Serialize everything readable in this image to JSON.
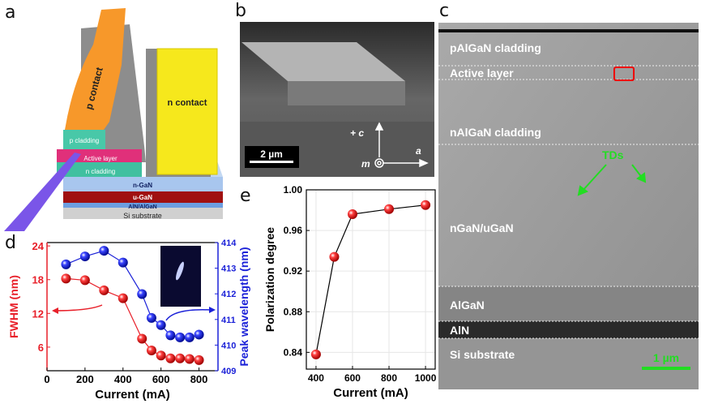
{
  "panels": {
    "a": {
      "letter": "a",
      "labels": {
        "p_contact": "p contact",
        "n_contact": "n contact",
        "p_cladding": "p cladding",
        "active": "Active layer",
        "n_cladding": "n cladding",
        "ngan": "n-GaN",
        "ugan": "u-GaN",
        "aln": "AlN/AlGaN",
        "si": "Si substrate"
      }
    },
    "b": {
      "letter": "b",
      "scale_bar": "2 µm",
      "axis_c": "+ c",
      "axis_a": "a",
      "axis_m": "m"
    },
    "c": {
      "letter": "c",
      "layers": [
        "pAlGaN cladding",
        "Active layer",
        "nAlGaN cladding",
        "nGaN/uGaN",
        "AlGaN",
        "AlN",
        "Si substrate"
      ],
      "tds": "TDs",
      "scale_bar": "1 µm"
    },
    "d": {
      "letter": "d"
    },
    "e": {
      "letter": "e"
    }
  },
  "colors": {
    "red": "#e8202a",
    "blue": "#1c22d8",
    "green": "#22dd22"
  },
  "chart_data": [
    {
      "type": "line",
      "panel": "d",
      "xlabel": "Current (mA)",
      "xlim": [
        0,
        900
      ],
      "xticks": [
        "0",
        "200",
        "400",
        "600",
        "800"
      ],
      "x": [
        100,
        200,
        300,
        400,
        500,
        550,
        600,
        650,
        700,
        750,
        800
      ],
      "series": [
        {
          "name": "FWHM",
          "axis": "left",
          "ylabel": "FWHM (nm)",
          "ylim": [
            1.8,
            24.6
          ],
          "yticks": [
            "6",
            "12",
            "18",
            "24"
          ],
          "color": "#e8202a",
          "values": [
            18.2,
            17.9,
            16.1,
            14.7,
            7.5,
            5.4,
            4.5,
            4.0,
            4.0,
            3.9,
            3.7
          ]
        },
        {
          "name": "Peak wavelength",
          "axis": "right",
          "ylabel": "Peak wavelength (nm)",
          "ylim": [
            409,
            414
          ],
          "yticks": [
            "409",
            "410",
            "411",
            "412",
            "413",
            "414"
          ],
          "color": "#1c22d8",
          "values": [
            413.15,
            413.46,
            413.68,
            413.22,
            411.99,
            411.06,
            410.78,
            410.38,
            410.3,
            410.3,
            410.41
          ]
        }
      ]
    },
    {
      "type": "line",
      "panel": "e",
      "xlabel": "Current (mA)",
      "ylabel": "Polarization degree",
      "xlim": [
        347,
        1053
      ],
      "ylim": [
        0.8235,
        1.0
      ],
      "xticks": [
        "400",
        "600",
        "800",
        "1000"
      ],
      "yticks": [
        "0.84",
        "0.88",
        "0.92",
        "0.96",
        "1.00"
      ],
      "x": [
        400,
        500,
        600,
        800,
        1000
      ],
      "values": [
        0.838,
        0.934,
        0.976,
        0.981,
        0.985
      ],
      "grid": true
    }
  ]
}
